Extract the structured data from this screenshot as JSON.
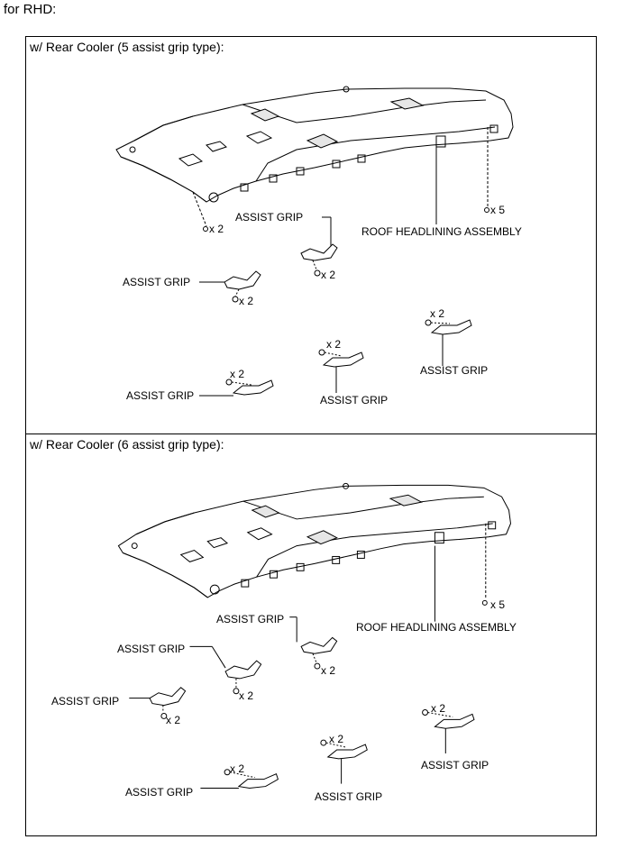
{
  "heading": "for RHD:",
  "colors": {
    "line": "#000000",
    "fill": "#ffffff",
    "shade": "#e6e6e6"
  },
  "panels": [
    {
      "title": "w/ Rear Cooler (5 assist grip type):",
      "headlining_label": "ROOF HEADLINING ASSEMBLY",
      "grip_label": "ASSIST GRIP",
      "clip_count_left": "x 2",
      "clip_count_right": "x 5",
      "grip_screw_count": "x 2"
    },
    {
      "title": "w/ Rear Cooler (6 assist grip type):",
      "headlining_label": "ROOF HEADLINING ASSEMBLY",
      "grip_label": "ASSIST GRIP",
      "clip_count_right": "x 5",
      "grip_screw_count": "x 2"
    }
  ]
}
